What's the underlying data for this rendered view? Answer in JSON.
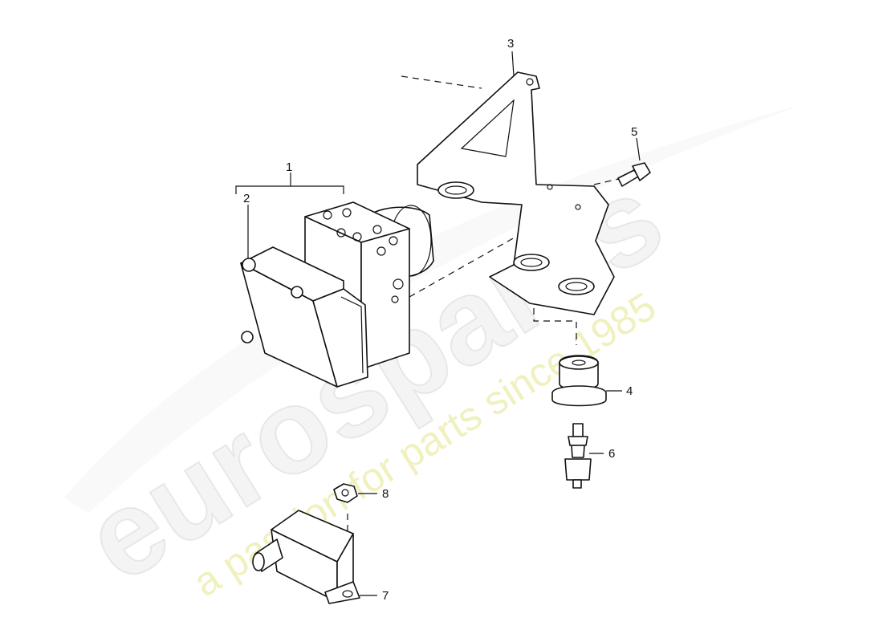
{
  "watermark": {
    "logo": "eurospares",
    "tagline": "a passion for parts since 1985"
  },
  "callouts": {
    "c1": "1",
    "c2": "2",
    "c3": "3",
    "c4": "4",
    "c5": "5",
    "c6": "6",
    "c7": "7",
    "c8": "8"
  }
}
